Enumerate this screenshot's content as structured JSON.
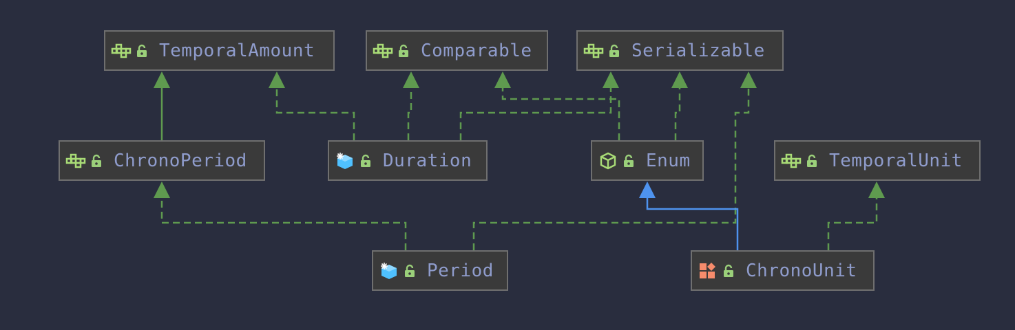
{
  "colors": {
    "background": "#292d3e",
    "node_fill": "#3a3a3a",
    "node_border": "#6f6f6f",
    "label": "#8f9ccc",
    "interface_icon": "#a9dc76",
    "class_icon": "#4fc1ff",
    "enum_icon": "#f78c6c",
    "lock": "#9bd07a",
    "implements_edge": "#5f9a4f",
    "extends_edge": "#4e93ef"
  },
  "nodes": [
    {
      "id": "TemporalAmount",
      "label": "TemporalAmount",
      "kind": "interface",
      "icon": "interface-icon",
      "access": "public-lock-icon"
    },
    {
      "id": "Comparable",
      "label": "Comparable",
      "kind": "interface",
      "icon": "interface-icon",
      "access": "public-lock-icon"
    },
    {
      "id": "Serializable",
      "label": "Serializable",
      "kind": "interface",
      "icon": "interface-icon",
      "access": "public-lock-icon"
    },
    {
      "id": "ChronoPeriod",
      "label": "ChronoPeriod",
      "kind": "interface",
      "icon": "interface-icon",
      "access": "public-lock-icon"
    },
    {
      "id": "Duration",
      "label": "Duration",
      "kind": "final-class",
      "icon": "final-class-icon",
      "access": "public-lock-icon"
    },
    {
      "id": "Enum",
      "label": "Enum",
      "kind": "abstract-class",
      "icon": "abstract-class-icon",
      "access": "public-lock-icon"
    },
    {
      "id": "TemporalUnit",
      "label": "TemporalUnit",
      "kind": "interface",
      "icon": "interface-icon",
      "access": "public-lock-icon"
    },
    {
      "id": "Period",
      "label": "Period",
      "kind": "final-class",
      "icon": "final-class-icon",
      "access": "public-lock-icon"
    },
    {
      "id": "ChronoUnit",
      "label": "ChronoUnit",
      "kind": "enum",
      "icon": "enum-icon",
      "access": "public-lock-icon"
    }
  ],
  "edges": [
    {
      "from": "ChronoPeriod",
      "to": "TemporalAmount",
      "type": "extends-interface",
      "style": "solid"
    },
    {
      "from": "Duration",
      "to": "TemporalAmount",
      "type": "implements",
      "style": "dashed"
    },
    {
      "from": "Duration",
      "to": "Comparable",
      "type": "implements",
      "style": "dashed"
    },
    {
      "from": "Duration",
      "to": "Serializable",
      "type": "implements",
      "style": "dashed"
    },
    {
      "from": "Enum",
      "to": "Comparable",
      "type": "implements",
      "style": "dashed"
    },
    {
      "from": "Enum",
      "to": "Serializable",
      "type": "implements",
      "style": "dashed"
    },
    {
      "from": "Period",
      "to": "ChronoPeriod",
      "type": "implements",
      "style": "dashed"
    },
    {
      "from": "Period",
      "to": "Serializable",
      "type": "implements",
      "style": "dashed"
    },
    {
      "from": "ChronoUnit",
      "to": "Enum",
      "type": "extends",
      "style": "solid"
    },
    {
      "from": "ChronoUnit",
      "to": "TemporalUnit",
      "type": "implements",
      "style": "dashed"
    }
  ]
}
